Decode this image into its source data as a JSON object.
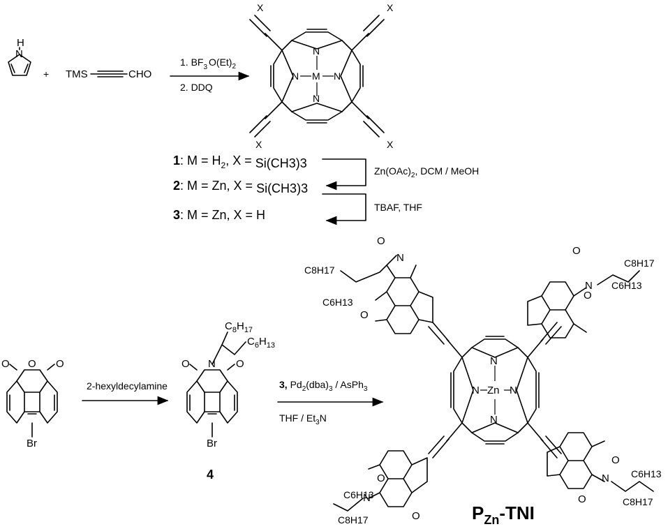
{
  "colors": {
    "ink": "#000000",
    "background": "#ffffff"
  },
  "pyrrole": {
    "nh": "N",
    "h": "H"
  },
  "reaction1": {
    "plus": "+",
    "tms": "TMS",
    "cho": "CHO",
    "step1": "1. BF",
    "step1_sub": "3",
    "step1_rest": "O(Et)",
    "step1_rest_sub": "2",
    "step2": "2. DDQ"
  },
  "porphyrin_top": {
    "metal": "M",
    "n": "N",
    "x": "X"
  },
  "compounds": {
    "c1_num": "1",
    "c1_text": ": M = H",
    "c1_sub": "2",
    "c1_tail": ", X = ",
    "c1_x": "Si(CH3)3",
    "c2_num": "2",
    "c2_text": ": M = Zn, X = ",
    "c2_x": "Si(CH3)3",
    "c3_num": "3",
    "c3_text": ": M = Zn, X = H"
  },
  "reaction2": {
    "label": "Zn(OAc)",
    "label_sub": "2",
    "label_tail": ", DCM / MeOH"
  },
  "reaction3": {
    "label": "TBAF, THF"
  },
  "anhydride": {
    "o1": "O",
    "o2": "O",
    "o3": "O",
    "br": "Br"
  },
  "reaction4": {
    "label": "2-hexyldecylamine"
  },
  "compound4": {
    "n": "N",
    "o1": "O",
    "o2": "O",
    "br": "Br",
    "c8": "C",
    "c8_sub": "8",
    "h17": "H",
    "h17_sub": "17",
    "c6": "C",
    "c6_sub": "6",
    "h13": "H",
    "h13_sub": "13",
    "label": "4"
  },
  "reaction5": {
    "reagent_num": "3,",
    "pd": " Pd",
    "pd_sub": "2",
    "dba": "(dba)",
    "dba_sub": "3",
    "ph": " / AsPh",
    "ph_sub": "3",
    "solvent": "THF / Et",
    "solvent_sub": "3",
    "solvent_tail": "N"
  },
  "product": {
    "metal": "Zn",
    "n": "N",
    "o": "O",
    "c8h17": "C8H17",
    "c6h13": "C6H13",
    "label_main": "P",
    "label_sub": "Zn",
    "label_tail": "-TNI"
  }
}
